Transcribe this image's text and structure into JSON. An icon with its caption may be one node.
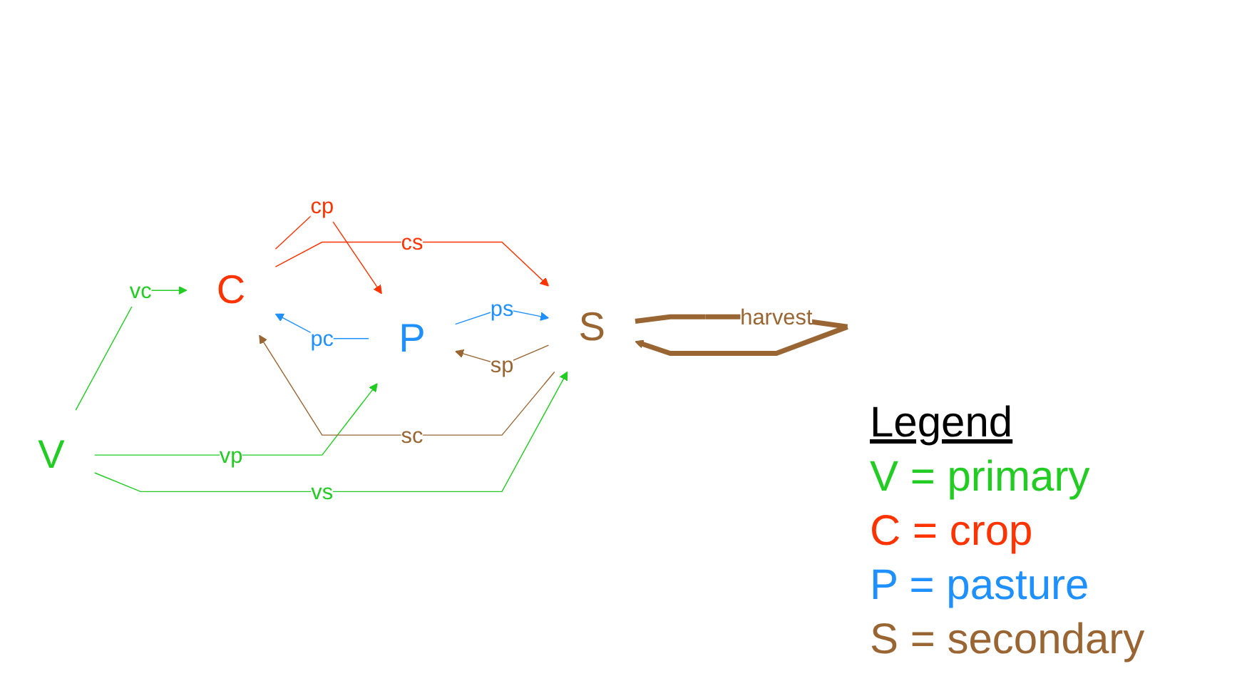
{
  "diagram": {
    "nodes": [
      {
        "text": [
          "V"
        ]
      },
      {
        "text": [
          "C"
        ]
      },
      {
        "text": [
          "P"
        ]
      },
      {
        "text": [
          "S"
        ]
      }
    ],
    "edges": [
      {
        "from": 0,
        "to": 1,
        "arrow": "to",
        "label": "vc",
        "color": "#22cc22"
      },
      {
        "from": 0,
        "to": 2,
        "arrow": "to",
        "label": "vp",
        "color": "#22cc22"
      },
      {
        "from": 2,
        "to": 1,
        "arrow": "to",
        "label": "pc",
        "color": "#1e90ff"
      },
      {
        "from": 1,
        "to": 2,
        "arrow": "to",
        "label": "cp",
        "color": "#ff3300"
      },
      {
        "from": 1,
        "to": 3,
        "arrow": "to",
        "label": "cs",
        "color": "#ff3300"
      },
      {
        "from": 2,
        "to": 3,
        "arrow": "to",
        "label": "ps",
        "color": "#1e90ff"
      },
      {
        "from": 3,
        "to": 1,
        "arrow": "to",
        "label": "sc",
        "color": "#996633"
      },
      {
        "from": 3,
        "to": 2,
        "arrow": "to",
        "label": "sp",
        "color": "#996633"
      },
      {
        "from": 0,
        "to": 3,
        "arrow": "to",
        "label": "vs",
        "color": "#22cc22"
      },
      {
        "from": 3,
        "to": 3,
        "arrow": "to",
        "label": "harvest",
        "style": "thick",
        "color": "#996633"
      }
    ],
    "labels": [
      "Legend"
    ],
    "legend": [
      {
        "text": "V = primary",
        "color": "#22cc22"
      },
      {
        "text": "C = crop",
        "color": "#ff3300"
      },
      {
        "text": "P = pasture",
        "color": "#1e90ff"
      },
      {
        "text": "S = secondary",
        "color": "#996633"
      }
    ]
  }
}
